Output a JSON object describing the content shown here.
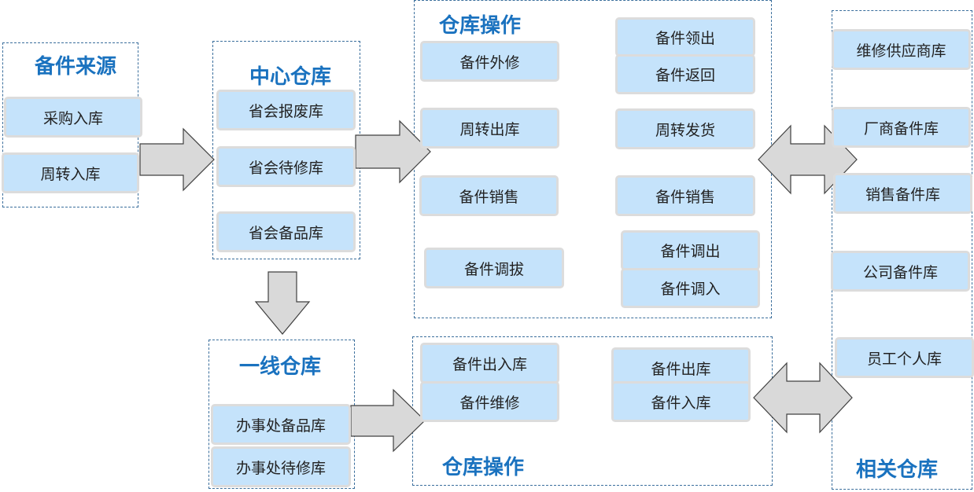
{
  "sources": {
    "title": "备件来源",
    "items": [
      "采购入库",
      "周转入库"
    ]
  },
  "center": {
    "title": "中心仓库",
    "items": [
      "省会报废库",
      "省会待修库",
      "省会备品库"
    ]
  },
  "frontline": {
    "title": "一线仓库",
    "items": [
      "办事处备品库",
      "办事处待修库"
    ]
  },
  "ops_top": {
    "title": "仓库操作",
    "left": [
      "备件外修",
      "周转出库",
      "备件销售",
      "备件调拔"
    ],
    "right": [
      "备件领出",
      "备件返回",
      "周转发货",
      "备件销售",
      "备件调出",
      "备件调入"
    ]
  },
  "ops_bottom": {
    "title": "仓库操作",
    "left": [
      "备件出入库",
      "备件维修"
    ],
    "right": [
      "备件出库",
      "备件入库"
    ]
  },
  "related": {
    "title": "相关仓库",
    "items": [
      "维修供应商库",
      "厂商备件库",
      "销售备件库",
      "公司备件库",
      "员工个人库"
    ]
  },
  "colors": {
    "title_blue": "#1a72bf",
    "box_fill": "#c5e3fb",
    "box_border": "#dcdcdc",
    "arrow_fill": "#d9d9d9",
    "arrow_stroke": "#404040"
  }
}
